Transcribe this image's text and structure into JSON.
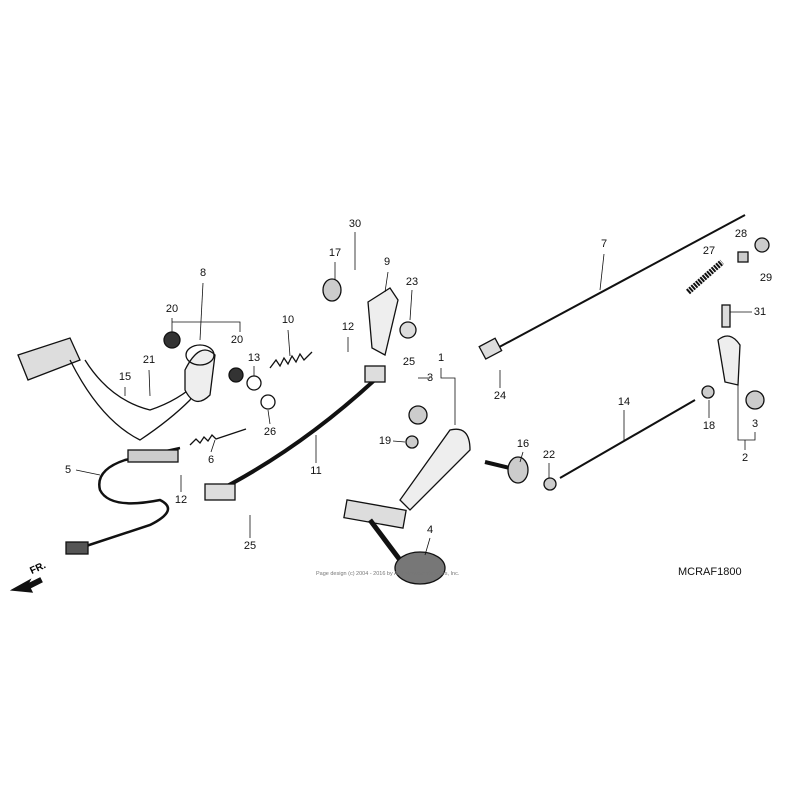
{
  "diagram_code": "MCRAF1800",
  "copyright": "Page design (c) 2004 - 2016 by ARI Network Services, Inc.",
  "front_arrow": "FR.",
  "callouts": [
    "30",
    "17",
    "9",
    "23",
    "7",
    "28",
    "27",
    "29",
    "8",
    "20",
    "20",
    "10",
    "12",
    "13",
    "21",
    "15",
    "26",
    "25",
    "1",
    "3",
    "31",
    "14",
    "18",
    "3",
    "2",
    "24",
    "19",
    "16",
    "22",
    "6",
    "5",
    "11",
    "12",
    "25",
    "4"
  ]
}
